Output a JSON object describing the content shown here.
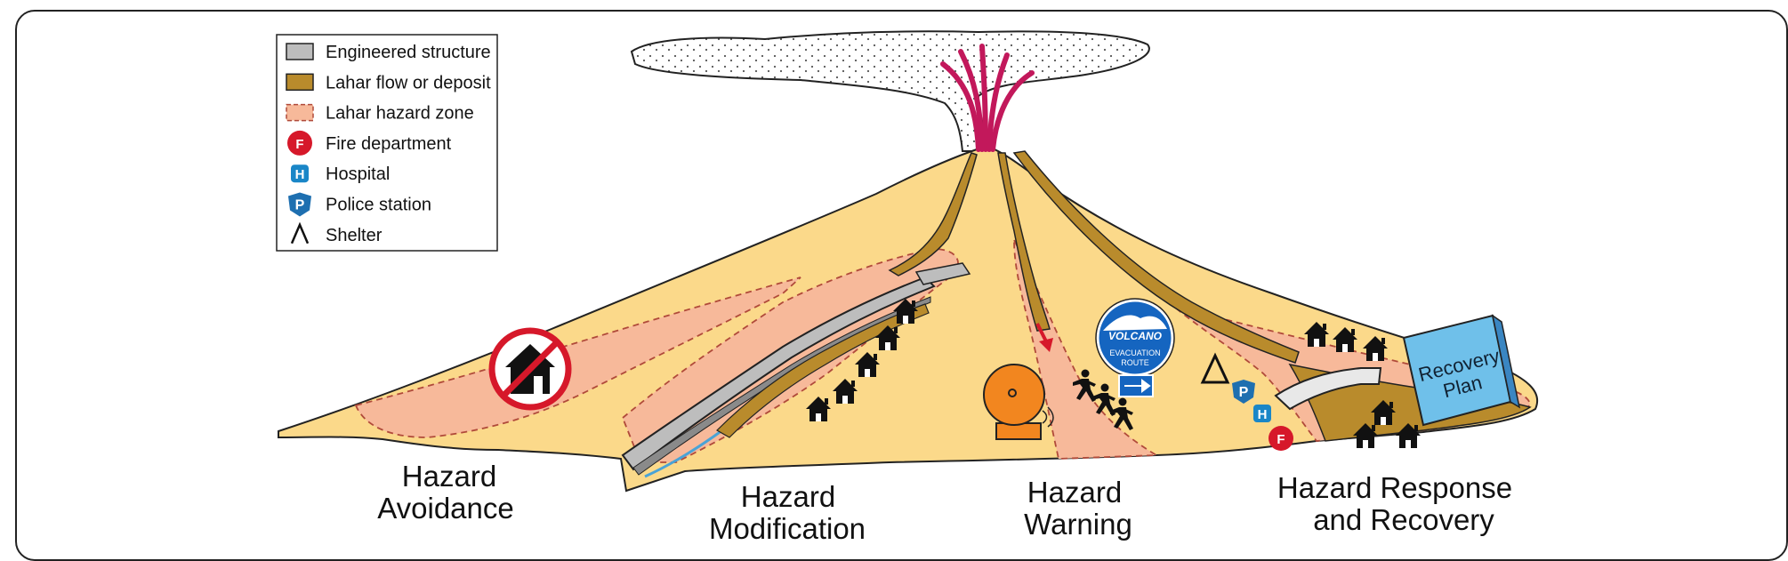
{
  "legend": {
    "items": [
      {
        "label": "Engineered structure",
        "swatch": "engineered-structure",
        "color": "#bdbdbd"
      },
      {
        "label": "Lahar flow or deposit",
        "swatch": "lahar-flow",
        "color": "#b98b2c"
      },
      {
        "label": "Lahar hazard zone",
        "swatch": "lahar-hazard-zone",
        "color": "#f7b99a"
      },
      {
        "label": "Fire department",
        "swatch": "fire-department-icon",
        "color": "#d6182a"
      },
      {
        "label": "Hospital",
        "swatch": "hospital-icon",
        "color": "#1a86c7"
      },
      {
        "label": "Police station",
        "swatch": "police-station-icon",
        "color": "#1e6fb0"
      },
      {
        "label": "Shelter",
        "swatch": "shelter-icon",
        "color": "#111111"
      }
    ]
  },
  "fire_icon_letter": "F",
  "hospital_icon_letter": "H",
  "police_icon_letter": "P",
  "sign": {
    "title": "VOLCANO",
    "line1": "EVACUATION",
    "line2": "ROUTE"
  },
  "book": {
    "line1": "Recovery",
    "line2": "Plan"
  },
  "captions": {
    "avoidance": {
      "line1": "Hazard",
      "line2": "Avoidance"
    },
    "modification": {
      "line1": "Hazard",
      "line2": "Modification"
    },
    "warning": {
      "line1": "Hazard",
      "line2": "Warning"
    },
    "response": {
      "line1": "Hazard Response",
      "line2": "and Recovery"
    }
  },
  "colors": {
    "mountain": "#fbd98a",
    "hazard_zone": "#f7b99a",
    "lahar": "#b98b2c",
    "structure": "#bdbdbd",
    "eruption": "#c2185b",
    "siren": "#f2861f",
    "sign": "#1565c0",
    "book": "#6fc0ea"
  }
}
